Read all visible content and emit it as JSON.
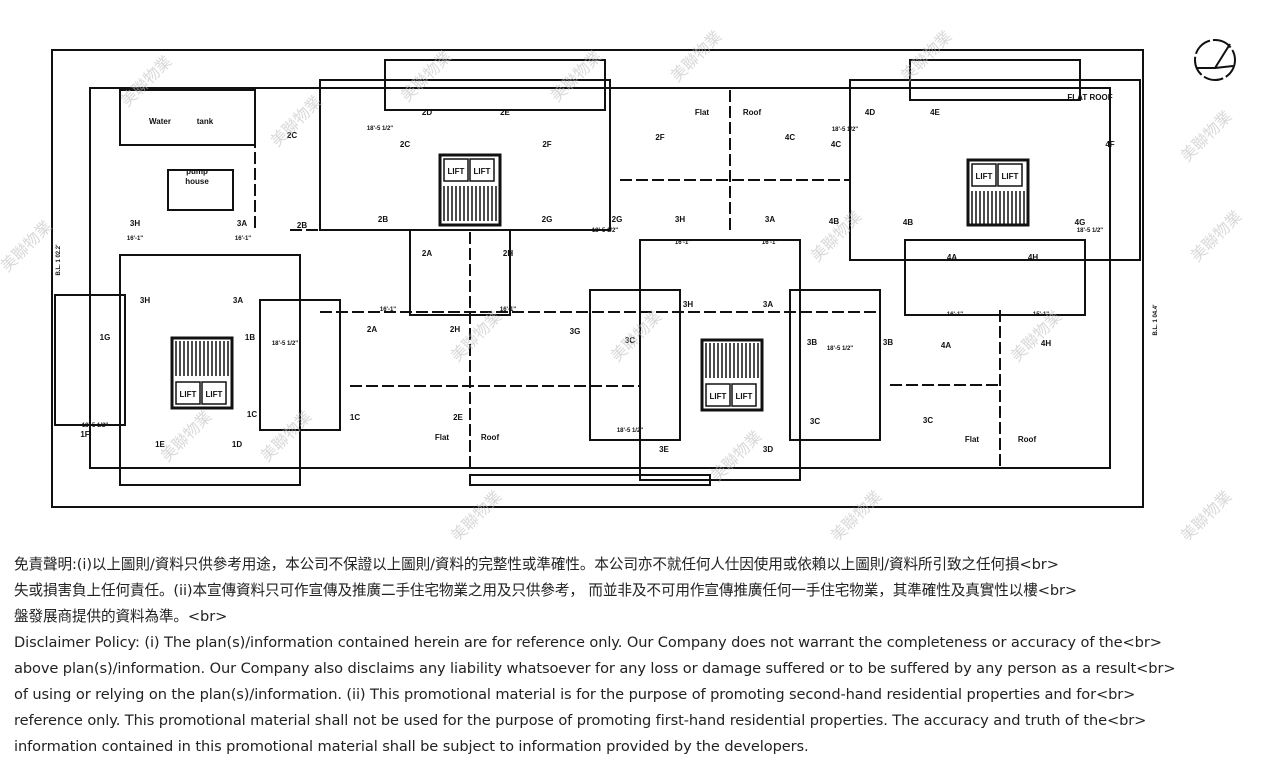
{
  "floor_plan": {
    "room_labels": [
      "Water",
      "tank",
      "pump",
      "house",
      "2C",
      "2D",
      "2E",
      "2C",
      "2F",
      "2B",
      "2B",
      "2G",
      "2G",
      "2A",
      "2H",
      "3H",
      "3A",
      "3H",
      "3A",
      "1G",
      "1B",
      "1C",
      "1E",
      "1D",
      "1F",
      "2A",
      "2H",
      "1C",
      "2E",
      "Flat",
      "Roof",
      "3G",
      "Flat",
      "Roof",
      "2F",
      "4C",
      "3H",
      "3A",
      "3H",
      "3A",
      "3C",
      "3B",
      "3B",
      "3C",
      "3E",
      "3D",
      "3C",
      "Flat",
      "Roof",
      "4D",
      "4E",
      "FLAT ROOF",
      "4C",
      "4F",
      "4B",
      "4B",
      "4G",
      "4A",
      "4H",
      "4A",
      "4H"
    ],
    "lift_label": "LIFT",
    "dimension_labels": [
      "16'-1\"",
      "16'-1\"",
      "16'-1\"",
      "16'-1\"",
      "16'-1\"",
      "16'-1\"",
      "16'-1\"",
      "15'-1\"",
      "18'-5 1/2\"",
      "18'-5 1/2\"",
      "18'-5 1/2\"",
      "18'-5 1/2\"",
      "18'-5 1/2\"",
      "18'-5 1/2\"",
      "18'-5 1/2\"",
      "18'-5 1/2\""
    ],
    "boundary_labels": [
      "B.L. 1 02.2'",
      "B.L. 1 04.4'"
    ],
    "watermark": "美聯物業"
  },
  "disclaimer": {
    "lines": [
      "免責聲明:(i)以上圖則/資料只供參考用途，本公司不保證以上圖則/資料的完整性或準確性。本公司亦不就任何人仕因使用或依賴以上圖則/資料所引致之任何損<br>",
      "失或損害負上任何責任。(ii)本宣傳資料只可作宣傳及推廣二手住宅物業之用及只供參考， 而並非及不可用作宣傳推廣任何一手住宅物業，其準確性及真實性以樓<br>",
      "盤發展商提供的資料為準。<br>",
      "Disclaimer Policy: (i) The plan(s)/information contained herein are for reference only. Our Company does not warrant the completeness or accuracy of the<br>",
      "above plan(s)/information. Our Company also disclaims any liability whatsoever for any loss or damage suffered or to be suffered by any person as a result<br>",
      "of using or relying on the plan(s)/information. (ii) This promotional material is for the purpose of promoting second-hand residential properties and for<br>",
      "reference only. This promotional material shall not be used for the purpose of promoting first-hand residential properties. The accuracy and truth of the<br>",
      "information contained in this promotional material shall be subject to information provided by the developers."
    ]
  }
}
